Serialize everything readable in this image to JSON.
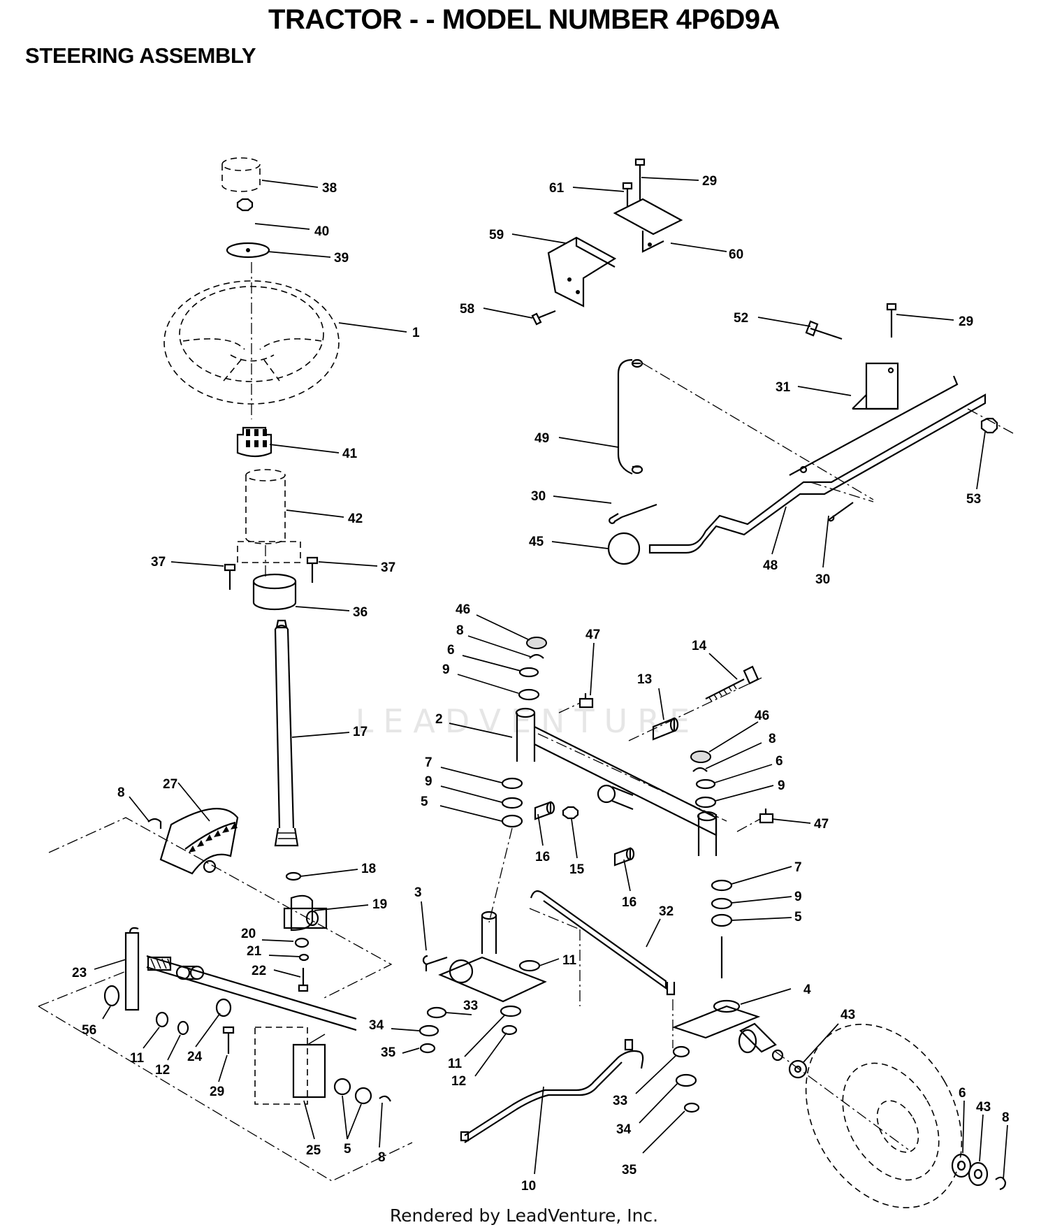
{
  "header": {
    "title": "TRACTOR - - MODEL NUMBER 4P6D9A",
    "subtitle": "STEERING ASSEMBLY"
  },
  "footer": {
    "text": "Rendered by LeadVenture, Inc."
  },
  "watermark": {
    "text": "LEADVENTURE"
  },
  "callouts": [
    "38",
    "40",
    "39",
    "1",
    "41",
    "42",
    "37",
    "37",
    "36",
    "17",
    "18",
    "19",
    "20",
    "21",
    "22",
    "27",
    "8",
    "23",
    "56",
    "11",
    "12",
    "24",
    "29",
    "25",
    "5",
    "8",
    "29",
    "61",
    "59",
    "60",
    "58",
    "52",
    "29",
    "31",
    "49",
    "30",
    "45",
    "48",
    "30",
    "53",
    "46",
    "8",
    "6",
    "9",
    "2",
    "7",
    "9",
    "5",
    "16",
    "15",
    "47",
    "14",
    "13",
    "46",
    "8",
    "6",
    "9",
    "47",
    "16",
    "7",
    "9",
    "5",
    "3",
    "32",
    "11",
    "4",
    "33",
    "34",
    "35",
    "11",
    "12",
    "10",
    "33",
    "34",
    "35",
    "43",
    "6",
    "43",
    "8"
  ]
}
